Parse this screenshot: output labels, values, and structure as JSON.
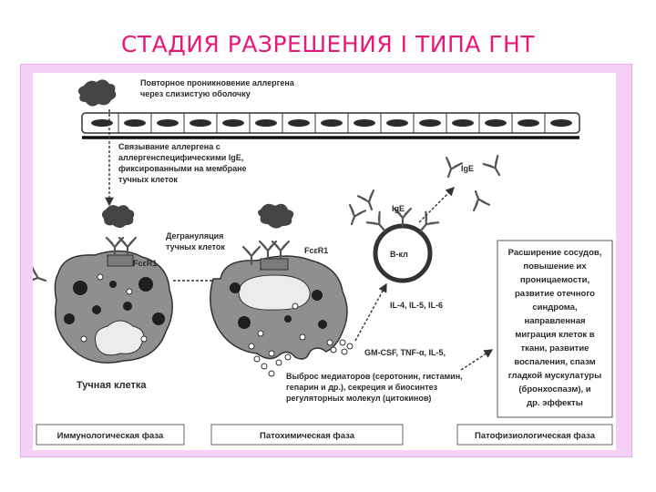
{
  "page": {
    "title": "СТАДИЯ РАЗРЕШЕНИЯ I ТИПА ГНТ"
  },
  "diagram": {
    "allergen_entry": [
      "Повторное проникновение аллергена",
      "через слизистую оболочку"
    ],
    "binding": [
      "Связывание аллергена с",
      "аллергенспецифическими IgE,",
      "фиксированными на мембране",
      "тучных клеток"
    ],
    "degranulation": [
      "Дегрануляция",
      "тучных клеток"
    ],
    "receptor_left": "FcεR1",
    "receptor_right": "FcεR1",
    "ige_top": "IgE",
    "ige_mid": "IgE",
    "bcell": "В-кл",
    "interleukins": "IL-4, IL-5, IL-6",
    "cytokines": "GM-CSF, TNF-α, IL-5,",
    "mediators": [
      "Выброс медиаторов (серотонин, гистамин,",
      "гепарин и др.), секреция и биосинтез",
      "регуляторных молекул (цитокинов)"
    ],
    "mast_cell": "Тучная клетка",
    "effects": [
      "Расширение сосудов,",
      "повышение их",
      "проницаемости,",
      "развитие отечного",
      "синдрома,",
      "направленная",
      "миграция клеток в",
      "ткани, развитие",
      "воспаления, спазм",
      "гладкой мускулатуры",
      "(бронхоспазм),   и",
      "др. эффекты"
    ],
    "phases": [
      "Иммунологическая фаза",
      "Патохимическая фаза",
      "Патофизиологическая фаза"
    ]
  }
}
